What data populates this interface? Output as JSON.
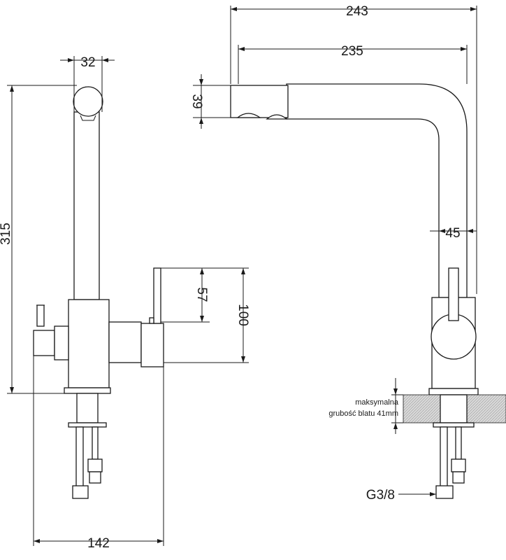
{
  "dimensions": {
    "overall_reach": "243",
    "spout_reach": "235",
    "spout_height": "39",
    "body_to_spout": "45",
    "front_handle_width": "32",
    "total_height": "315",
    "lever_height": "57",
    "body_height": "100",
    "base_width": "142"
  },
  "notes": {
    "countertop_line1": "maksymalna",
    "countertop_line2": "grubość blatu 41mm",
    "connection_thread": "G3/8"
  },
  "colors": {
    "line": "#1a1a1a",
    "countertop_fill": "#d9d9d9"
  }
}
